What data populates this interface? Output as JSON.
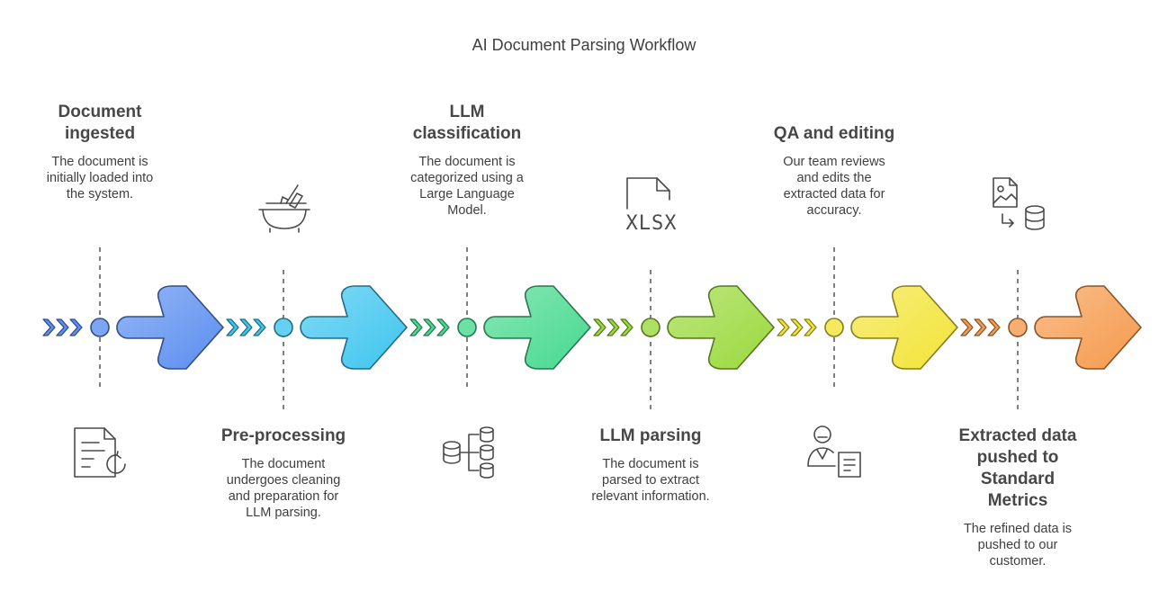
{
  "title": "AI Document Parsing Workflow",
  "stages": [
    {
      "heading_lines": [
        "Document",
        "ingested"
      ],
      "description_lines": [
        "The document is",
        "initially loaded into",
        "the system."
      ],
      "icon": "document-refresh-icon",
      "color": "#5b8ef0"
    },
    {
      "heading_lines": [
        "Pre-processing"
      ],
      "description_lines": [
        "The document",
        "undergoes cleaning",
        "and preparation for",
        "LLM parsing."
      ],
      "icon": "washing-basin-icon",
      "color": "#3ec5ef"
    },
    {
      "heading_lines": [
        "LLM",
        "classification"
      ],
      "description_lines": [
        "The document is",
        "categorized using a",
        "Large Language",
        "Model."
      ],
      "icon": "database-tree-icon",
      "color": "#47d98e"
    },
    {
      "heading_lines": [
        "LLM parsing"
      ],
      "description_lines": [
        "The document is",
        "parsed to extract",
        "relevant information."
      ],
      "icon": "xlsx-file-icon",
      "icon_text": "XLSX",
      "color": "#9ad93c"
    },
    {
      "heading_lines": [
        "QA and editing"
      ],
      "description_lines": [
        "Our team reviews",
        "and edits the",
        "extracted data for",
        "accuracy."
      ],
      "icon": "person-document-icon",
      "color": "#f2e437"
    },
    {
      "heading_lines": [
        "Extracted data",
        "pushed to",
        "Standard",
        "Metrics"
      ],
      "description_lines": [
        "The refined data is",
        "pushed to our",
        "customer."
      ],
      "icon": "image-to-database-icon",
      "color": "#f59a4c"
    }
  ]
}
